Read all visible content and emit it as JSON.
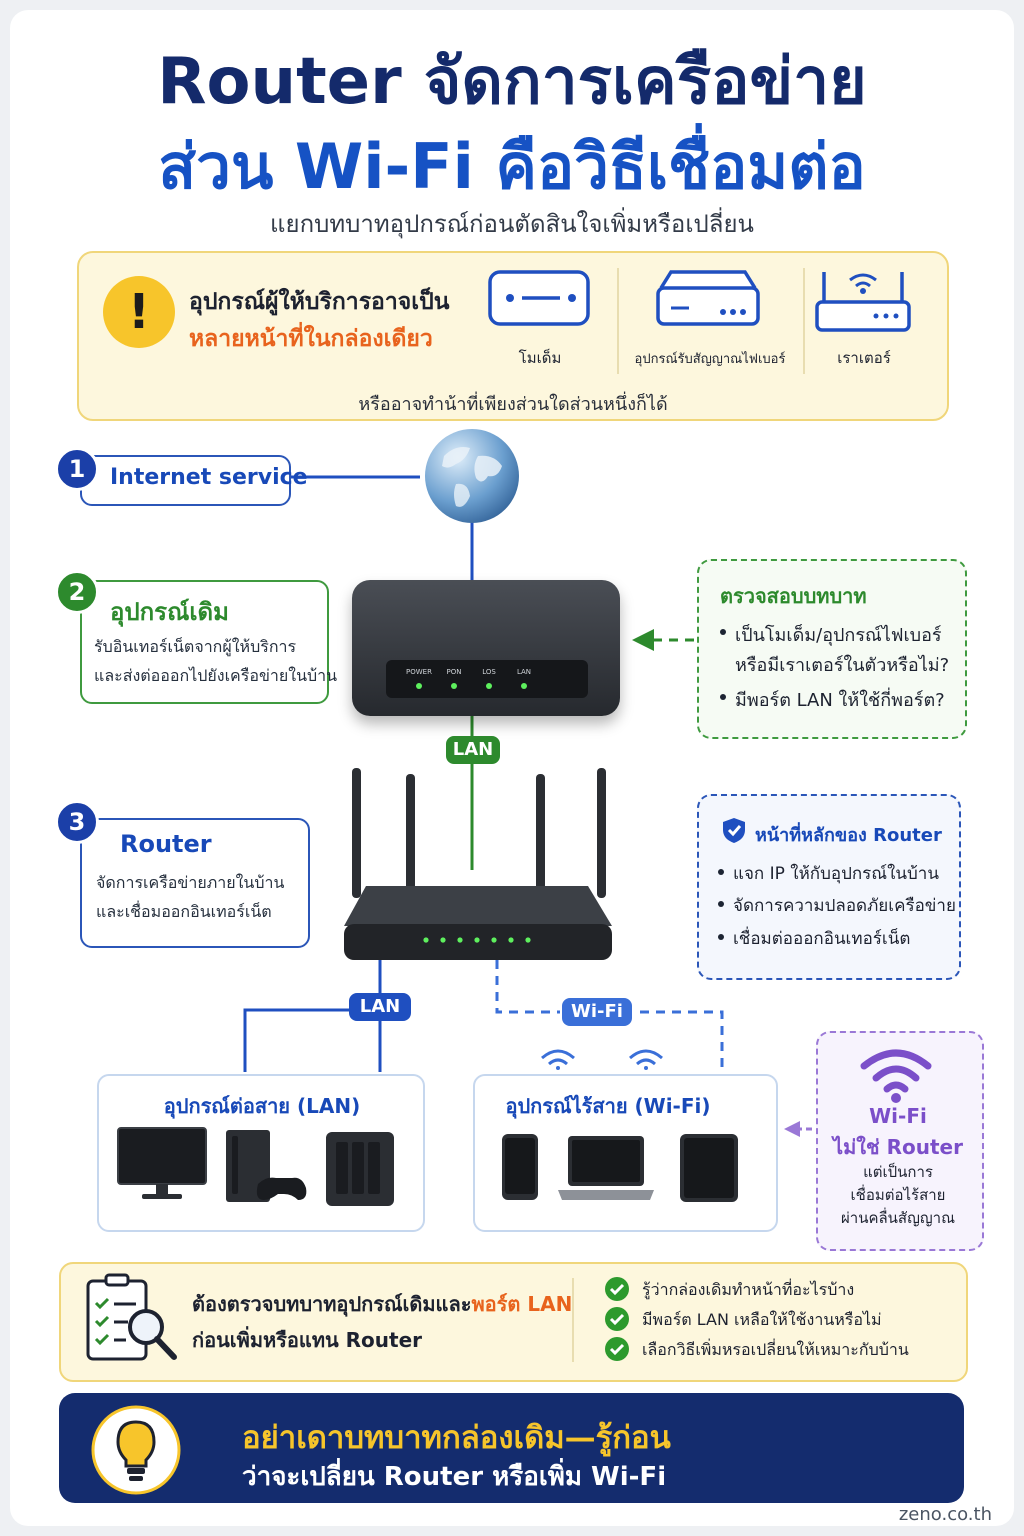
{
  "title": {
    "line1": "Router จัดการเครือข่าย",
    "line2": "ส่วน Wi-Fi คือวิธีเชื่อมต่อ",
    "subtitle": "แยกบทบาทอุปกรณ์ก่อนตัดสินใจเพิ่มหรือเปลี่ยน"
  },
  "warning": {
    "line1": "อุปกรณ์ผู้ให้บริการอาจเป็น",
    "line2": "หลายหน้าที่ในกล่องเดียว",
    "devices": [
      "โมเด็ม",
      "อุปกรณ์รับสัญญาณไฟเบอร์",
      "เราเตอร์"
    ],
    "footer": "หรืออาจทำน้าที่เพียงส่วนใดส่วนหนึ่งก็ได้"
  },
  "steps": [
    {
      "num": "1",
      "title": "Internet service"
    },
    {
      "num": "2",
      "title": "อุปกรณ์เดิม",
      "desc1": "รับอินเทอร์เน็ตจากผู้ให้บริการ",
      "desc2": "และส่งต่อออกไปยังเครือข่ายในบ้าน"
    },
    {
      "num": "3",
      "title": "Router",
      "desc1": "จัดการเครือข่ายภายในบ้าน",
      "desc2": "และเชื่อมออกอินเทอร์เน็ต"
    }
  ],
  "modem_leds": [
    "POWER",
    "PON",
    "LOS",
    "LAN"
  ],
  "check": {
    "title": "ตรวจสอบบทบาท",
    "items": [
      "เป็นโมเด็ม/อุปกรณ์ไฟเบอร์",
      "หรือมีเราเตอร์ในตัวหรือไม่?",
      "มีพอร์ต LAN ให้ใช้กี่พอร์ต?"
    ]
  },
  "role": {
    "title": "หน้าที่หลักของ Router",
    "items": [
      "แจก IP ให้กับอุปกรณ์ในบ้าน",
      "จัดการความปลอดภัยเครือข่าย",
      "เชื่อมต่อออกอินเทอร์เน็ต"
    ]
  },
  "links": {
    "lan1": "LAN",
    "lan2": "LAN",
    "wifi": "Wi-Fi"
  },
  "wired": {
    "title": "อุปกรณ์ต่อสาย (LAN)"
  },
  "wireless": {
    "title": "อุปกรณ์ไร้สาย (Wi-Fi)"
  },
  "wifinote": {
    "l1": "Wi-Fi",
    "l2": "ไม่ใช่ Router",
    "l3": "แต่เป็นการ",
    "l4": "เชื่อมต่อไร้สาย",
    "l5": "ผ่านคลื่นสัญญาณ"
  },
  "bottom": {
    "l1a": "ต้องตรวจบทบาทอุปกรณ์เดิมและ",
    "l1b": "พอร์ต LAN",
    "l2": "ก่อนเพิ่มหรือแทน Router",
    "checks": [
      "รู้ว่ากล่องเดิมทำหน้าที่อะไรบ้าง",
      "มีพอร์ต LAN เหลือให้ใช้งานหรือไม่",
      "เลือกวิธีเพิ่มหรอเปลี่ยนให้เหมาะกับบ้าน"
    ]
  },
  "tip": {
    "l1": "อย่าเดาบทบาทกล่องเดิม—รู้ก่อน",
    "l2": "ว่าจะเปลี่ยน Router หรือเพิ่ม Wi-Fi"
  },
  "footer": "zeno.co.th",
  "colors": {
    "navy": "#142a6b",
    "blue": "#1652c4",
    "green": "#2d8a2d",
    "orange": "#e8631d",
    "purple": "#7b4fc9",
    "yellow": "#f7c52b"
  }
}
